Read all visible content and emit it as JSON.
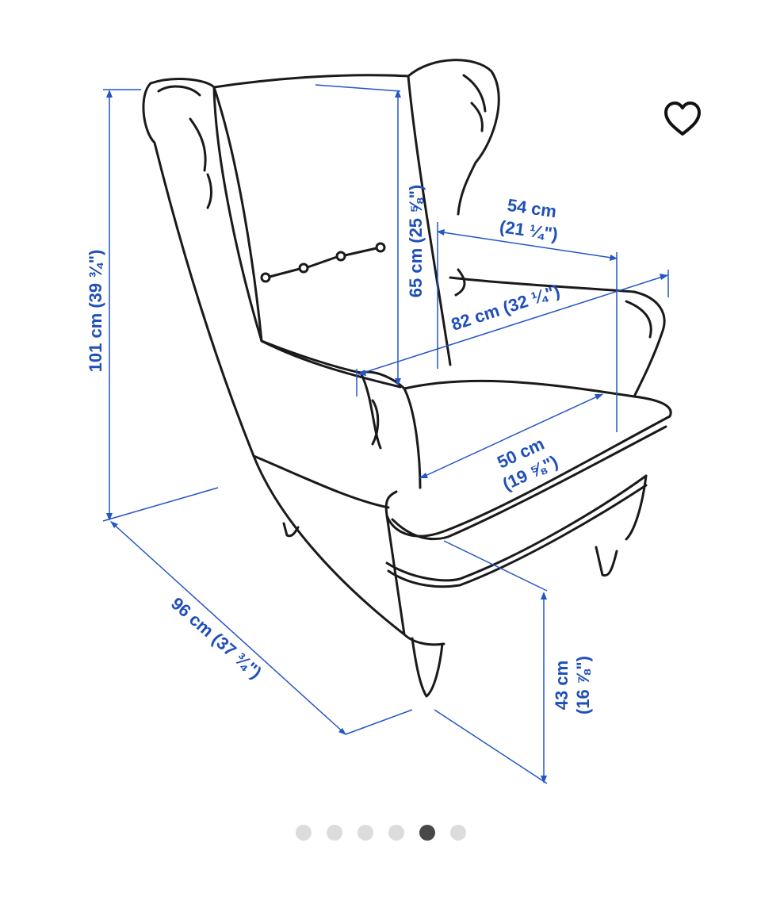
{
  "dimensions": {
    "height_total": "101 cm (39 ¾\")",
    "back_height": "65 cm (25 ⅝\")",
    "seat_width_cm": "54 cm",
    "seat_width_in": "(21 ¼\")",
    "width_total": "82 cm (32 ¼\")",
    "seat_depth_cm": "50 cm",
    "seat_depth_in": "(19 ⅝\")",
    "depth_total": "96 cm (37 ¾\")",
    "seat_height_cm": "43 cm",
    "seat_height_in": "(16 ⅞\")"
  },
  "favorite_icon": "heart-outline-icon",
  "carousel": {
    "count": 6,
    "active_index": 4
  },
  "colors": {
    "dimension": "#1f4fb8",
    "outline": "#1a1a1a",
    "dot_active": "#484848",
    "dot_inactive": "#dcdcdc"
  }
}
